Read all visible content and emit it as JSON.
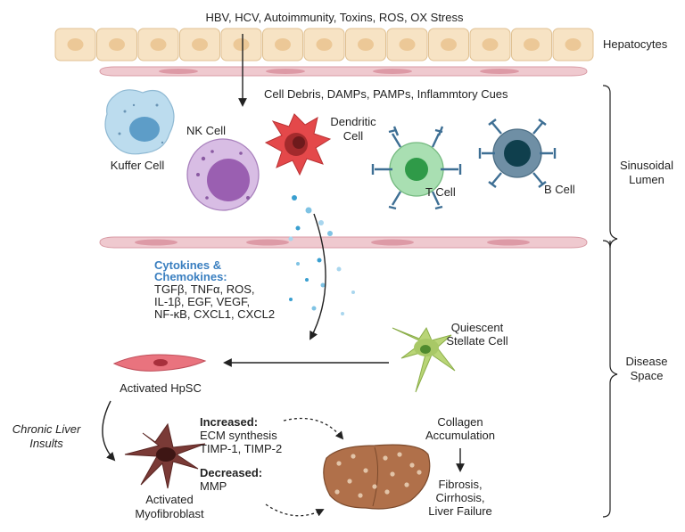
{
  "top_causes": "HBV, HCV, Autoimmunity, Toxins, ROS, OX Stress",
  "hepatocytes_label": "Hepatocytes",
  "cues_label": "Cell Debris, DAMPs, PAMPs, Inflammtory Cues",
  "cells": {
    "kuffer": "Kuffer Cell",
    "nk": "NK Cell",
    "dendritic": [
      "Dendritic",
      "Cell"
    ],
    "t_cell": "T Cell",
    "b_cell": "B Cell"
  },
  "regions": {
    "sinusoidal": [
      "Sinusoidal",
      "Lumen"
    ],
    "disease": [
      "Disease",
      "Space"
    ]
  },
  "cytokines": {
    "title": [
      "Cytokines &",
      "Chemokines:"
    ],
    "lines": [
      "TGFβ, TNFα, ROS,",
      "IL-1β, EGF, VEGF,",
      "NF-κB, CXCL1, CXCL2"
    ]
  },
  "stellate": [
    "Quiescent",
    "Stellate Cell"
  ],
  "activated_hpsc": "Activated HpSC",
  "chronic": [
    "Chronic Liver",
    "Insults"
  ],
  "myofibroblast": [
    "Activated",
    "Myofibroblast"
  ],
  "increased": {
    "title": "Increased:",
    "lines": [
      "ECM synthesis",
      "TIMP-1, TIMP-2"
    ]
  },
  "decreased": {
    "title": "Decreased:",
    "lines": [
      "MMP"
    ]
  },
  "collagen": [
    "Collagen",
    "Accumulation"
  ],
  "outcome": [
    "Fibrosis,",
    "Cirrhosis,",
    "Liver Failure"
  ],
  "colors": {
    "hepatocyte_fill": "#f7e3c4",
    "endothelium": "#efc9cf",
    "kuffer": "#a9cfe6",
    "nk": "#c9a5d6",
    "dendritic": "#e4484a",
    "t_cell": "#7ec98b",
    "b_cell": "#6f8fa5",
    "stellate": "#b3cf73",
    "hpsc": "#e9737e",
    "myofibroblast": "#7a3a36",
    "liver": "#b0704a",
    "cytokine_dot": "#3a9fd0"
  }
}
